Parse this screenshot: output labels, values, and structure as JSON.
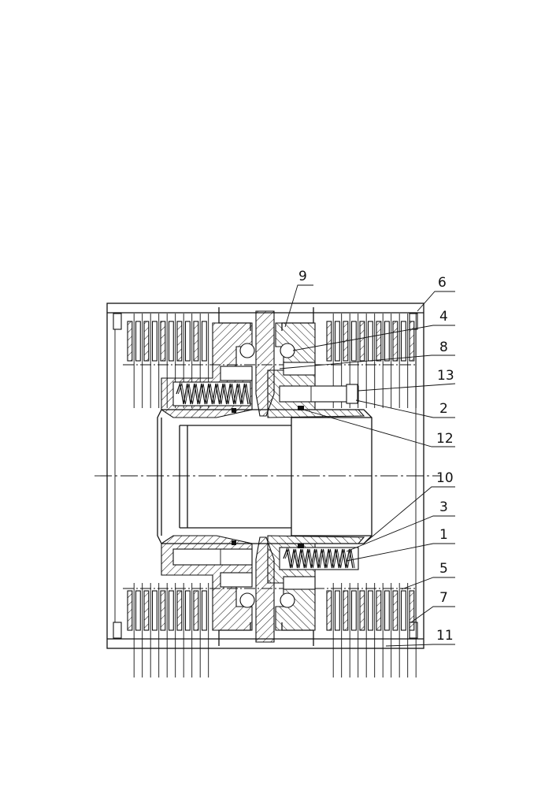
{
  "callouts": [
    {
      "id": "9",
      "label": "9"
    },
    {
      "id": "6",
      "label": "6"
    },
    {
      "id": "4",
      "label": "4"
    },
    {
      "id": "8",
      "label": "8"
    },
    {
      "id": "13",
      "label": "13"
    },
    {
      "id": "2",
      "label": "2"
    },
    {
      "id": "12",
      "label": "12"
    },
    {
      "id": "10",
      "label": "10"
    },
    {
      "id": "3",
      "label": "3"
    },
    {
      "id": "1",
      "label": "1"
    },
    {
      "id": "5",
      "label": "5"
    },
    {
      "id": "7",
      "label": "7"
    },
    {
      "id": "11",
      "label": "11"
    }
  ],
  "colors": {
    "line": "#111111",
    "background": "#ffffff"
  }
}
